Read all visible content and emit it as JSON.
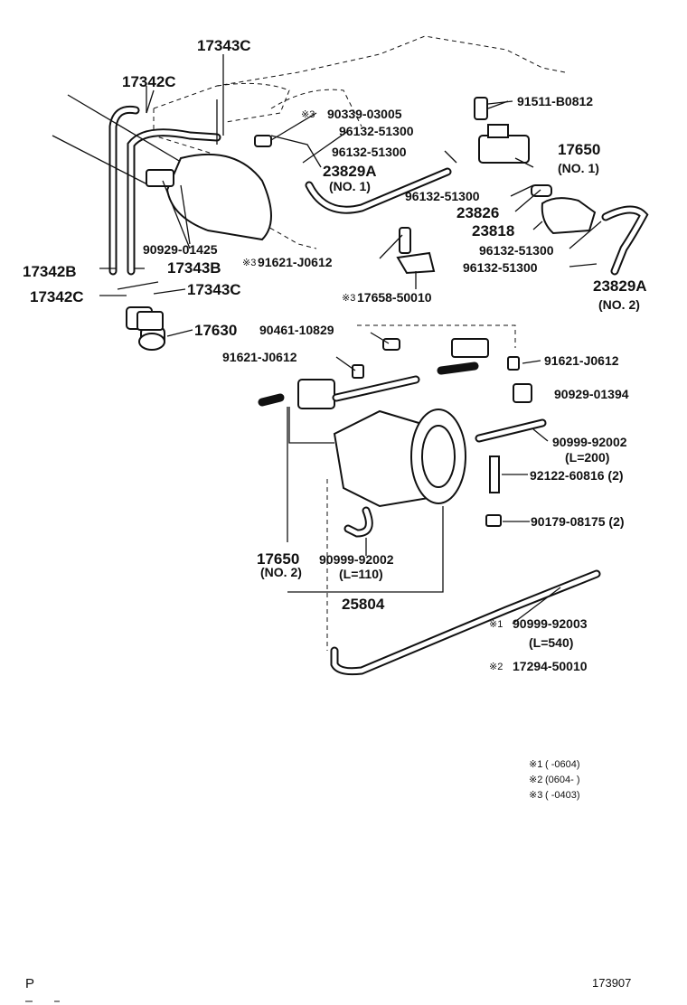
{
  "labels": {
    "p_17343C_top": "17343C",
    "p_17342C_top": "17342C",
    "p_90339": "90339-03005",
    "p_96132_a": "96132-51300",
    "p_96132_b": "96132-51300",
    "p_96132_c": "96132-51300",
    "p_96132_d": "96132-51300",
    "p_96132_e": "96132-51300",
    "p_91511": "91511-B0812",
    "p_17650_1": "17650",
    "p_no1_a": "(NO. 1)",
    "p_23829A_1": "23829A",
    "p_no1_b": "(NO. 1)",
    "p_23826": "23826",
    "p_23818": "23818",
    "p_90929_01425": "90929-01425",
    "p_91621_top": "91621-J0612",
    "p_17342B": "17342B",
    "p_17343B": "17343B",
    "p_17342C_mid": "17342C",
    "p_17343C_mid": "17343C",
    "p_17658": "17658-50010",
    "p_23829A_2": "23829A",
    "p_no2_a": "(NO. 2)",
    "p_17630": "17630",
    "p_90461": "90461-10829",
    "p_91621_left": "91621-J0612",
    "p_91621_right": "91621-J0612",
    "p_90929_01394": "90929-01394",
    "p_90999_92002_a": "90999-92002",
    "p_l200": "(L=200)",
    "p_92122": "92122-60816 (2)",
    "p_90179": "90179-08175 (2)",
    "p_17650_2": "17650",
    "p_no2_b": "(NO. 2)",
    "p_90999_92002_b": "90999-92002",
    "p_l110": "(L=110)",
    "p_25804": "25804",
    "p_90999_92003": "90999-92003",
    "p_l540": "(L=540)",
    "p_17294": "17294-50010"
  },
  "markers": {
    "m1": "※1",
    "m2": "※2",
    "m3": "※3"
  },
  "notes": {
    "n1_mark": "※1",
    "n1_range": "(      -0604)",
    "n2_mark": "※2",
    "n2_range": "(0604-      )",
    "n3_mark": "※3",
    "n3_range": "(      -0403)"
  },
  "footer": {
    "corner": "P",
    "figure_no": "173907"
  }
}
